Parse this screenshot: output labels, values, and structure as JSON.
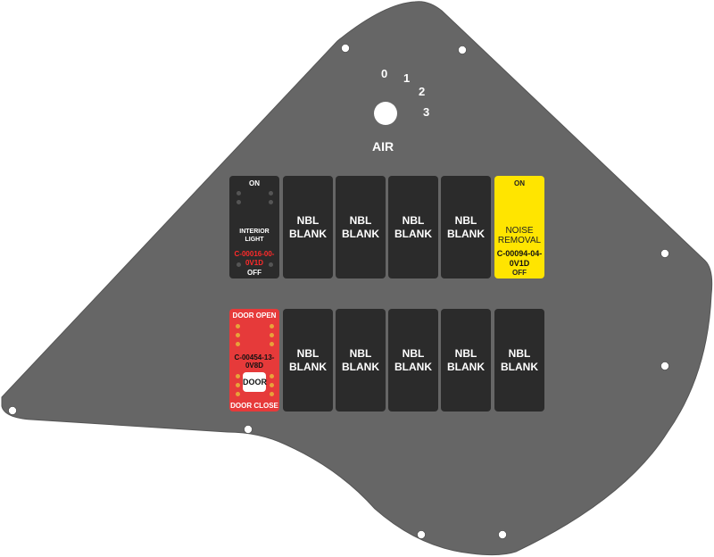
{
  "air": {
    "label": "AIR",
    "positions": [
      "0",
      "1",
      "2",
      "3"
    ]
  },
  "row1": {
    "interior_light": {
      "top": "ON",
      "label_line1": "INTERIOR",
      "label_line2": "LIGHT",
      "part_line1": "C-00016-00-",
      "part_line2": "0V1D",
      "bottom": "OFF",
      "icon": "dome-light-icon"
    },
    "blanks": [
      {
        "line1": "NBL",
        "line2": "BLANK"
      },
      {
        "line1": "NBL",
        "line2": "BLANK"
      },
      {
        "line1": "NBL",
        "line2": "BLANK"
      },
      {
        "line1": "NBL",
        "line2": "BLANK"
      }
    ],
    "noise_removal": {
      "top": "ON",
      "label_line1": "NOISE",
      "label_line2": "REMOVAL",
      "part_line1": "C-00094-04-",
      "part_line2": "0V1D",
      "bottom": "OFF",
      "icon": "ear-icon"
    }
  },
  "row2": {
    "door": {
      "top": "DOOR OPEN",
      "part_line1": "C-00454-13-",
      "part_line2": "0V8D",
      "icon_label": "DOOR",
      "bottom": "DOOR CLOSE",
      "icon": "double-door-icon"
    },
    "blanks": [
      {
        "line1": "NBL",
        "line2": "BLANK"
      },
      {
        "line1": "NBL",
        "line2": "BLANK"
      },
      {
        "line1": "NBL",
        "line2": "BLANK"
      },
      {
        "line1": "NBL",
        "line2": "BLANK"
      },
      {
        "line1": "NBL",
        "line2": "BLANK"
      }
    ]
  },
  "colors": {
    "panel": "#666666",
    "switch_black": "#2b2b2b",
    "switch_yellow": "#ffe500",
    "switch_red": "#e63a3a",
    "dot_orange": "#e8a23a",
    "part_red": "#ff2a2a"
  }
}
